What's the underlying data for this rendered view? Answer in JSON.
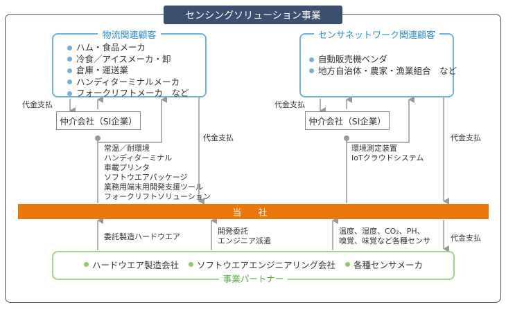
{
  "title": "センシングソリューション事業",
  "logistics": {
    "title": "物流関連顧客",
    "items": [
      "ハム・食品メーカ",
      "冷食／アイスメーカ・卸",
      "倉庫・運送業",
      "ハンディターミナルメーカ",
      "フォークリフトメーカ　など"
    ]
  },
  "sensor_network": {
    "title": "センサネットワーク関連顧客",
    "items": [
      "自動販売機ベンダ",
      "地方自治体・農家・漁業組合　など"
    ]
  },
  "broker_left": "仲介会社（SI企業）",
  "broker_right": "仲介会社（SI企業）",
  "payment": "代金支払",
  "company": "当 社",
  "products_left": [
    "常温／耐環境",
    "ハンディターミナル",
    "車載プリンタ",
    "ソフトウエアパッケージ",
    "業務用端末用開発支援ツール",
    "フォークリフトソリューション"
  ],
  "products_right": [
    "環境測定装置",
    "IoTクラウドシステム"
  ],
  "partner_to_company": {
    "contract": "委託製造ハードウエア",
    "dev": [
      "開発委託",
      "エンジニア派遣"
    ],
    "sensors": [
      "温度、湿度、CO₂、PH、",
      "嗅覚、味覚など各種センサ"
    ]
  },
  "partners": {
    "title": "事業パートナー",
    "items": [
      "ハードウエア製造会社",
      "ソフトウエアエンジニアリング会社",
      "各種センサメーカ"
    ]
  },
  "colors": {
    "navy": "#3d4f6e",
    "blue": "#6fb2e0",
    "orange": "#e8780e",
    "green": "#a8d38d",
    "arrow": "#999999"
  }
}
